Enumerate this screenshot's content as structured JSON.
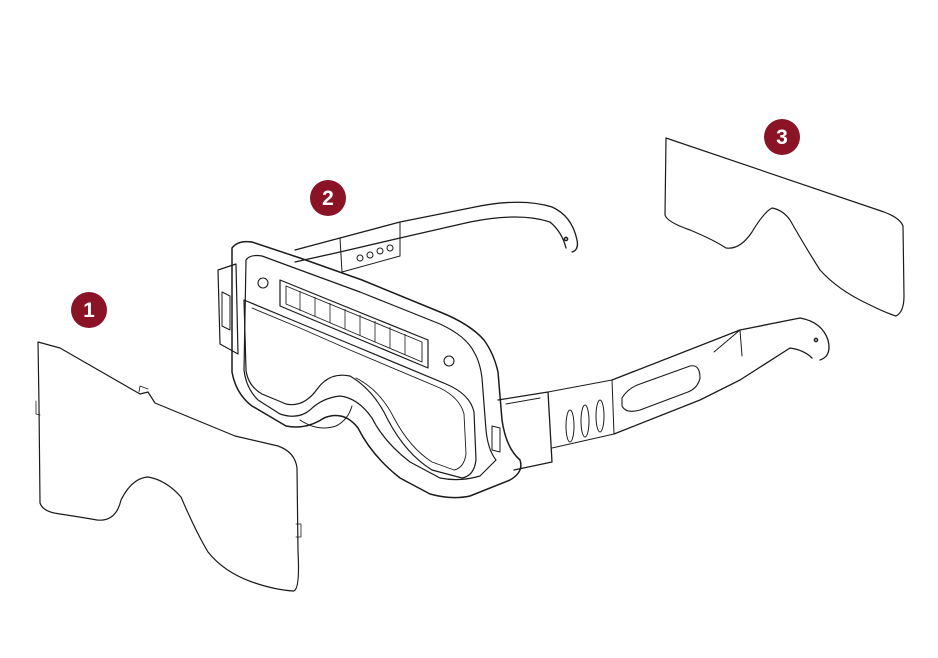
{
  "callouts": [
    {
      "id": 1,
      "label": "1"
    },
    {
      "id": 2,
      "label": "2"
    },
    {
      "id": 3,
      "label": "3"
    }
  ],
  "colors": {
    "callout_fill": "#8a1426",
    "line": "#1b1b1b",
    "background": "#ffffff"
  }
}
